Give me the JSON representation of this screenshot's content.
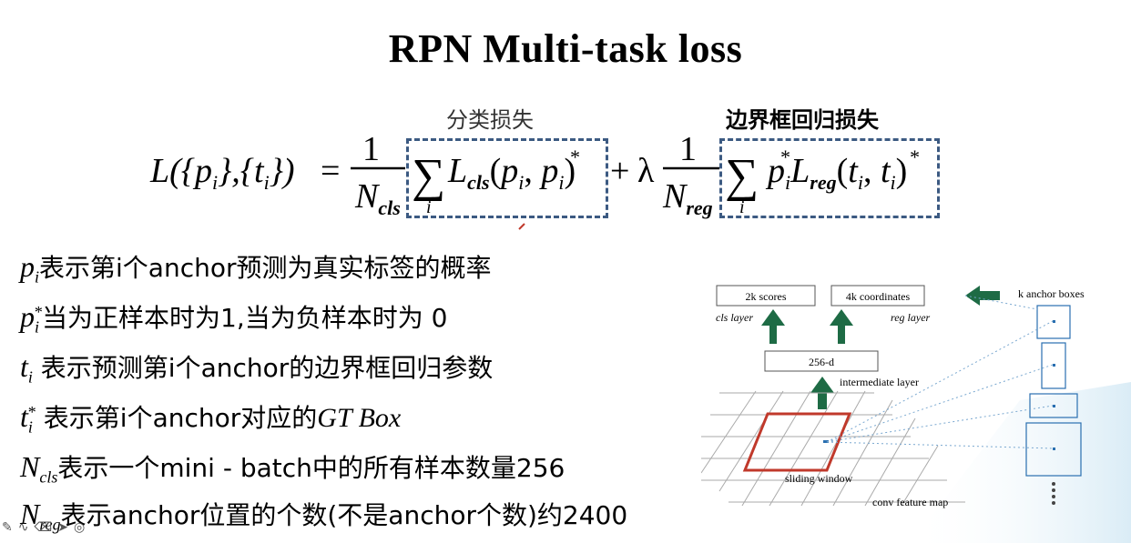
{
  "slide": {
    "title": "RPN Multi-task loss",
    "cls_caption": "分类损失",
    "reg_caption": "边界框回归损失"
  },
  "formula": {
    "lhs": "L({pi},{ti})",
    "eq": "=",
    "one": "1",
    "n_cls": "N",
    "n_cls_sub": "cls",
    "n_reg": "N",
    "n_reg_sub": "reg",
    "sigma": "∑",
    "idx": "i",
    "plus": "+",
    "lambda": "λ"
  },
  "lines": [
    {
      "var": "p",
      "sub": "i",
      "sup": "",
      "text": "表示第i个anchor预测为真实标签的概率"
    },
    {
      "var": "p",
      "sub": "i",
      "sup": "*",
      "text": "当为正样本时为1,当为负样本时为 0"
    },
    {
      "var": "t",
      "sub": "i",
      "sup": "",
      "text": " 表示预测第i个anchor的边界框回归参数"
    },
    {
      "var": "t",
      "sub": "i",
      "sup": "*",
      "text": " 表示第i个anchor对应的",
      "italic_tail": "GT Box"
    },
    {
      "var": "N",
      "sub": "cls",
      "sup": "",
      "text": "表示一个mini - batch中的所有样本数量256"
    },
    {
      "var": "N",
      "sub": "reg",
      "sup": "",
      "text": "表示anchor位置的个数(不是anchor个数)约2400"
    }
  ],
  "diagram": {
    "scores": "2k scores",
    "coords": "4k coordinates",
    "cls_layer": "cls layer",
    "reg_layer": "reg layer",
    "d256": "256-d",
    "intermediate": "intermediate layer",
    "sliding": "sliding window",
    "conv": "conv feature map",
    "anchors": "k anchor boxes",
    "arrow_color": "#1e6b45",
    "window_color": "#c0392b"
  },
  "colors": {
    "dash_box": "#3c5a82"
  }
}
